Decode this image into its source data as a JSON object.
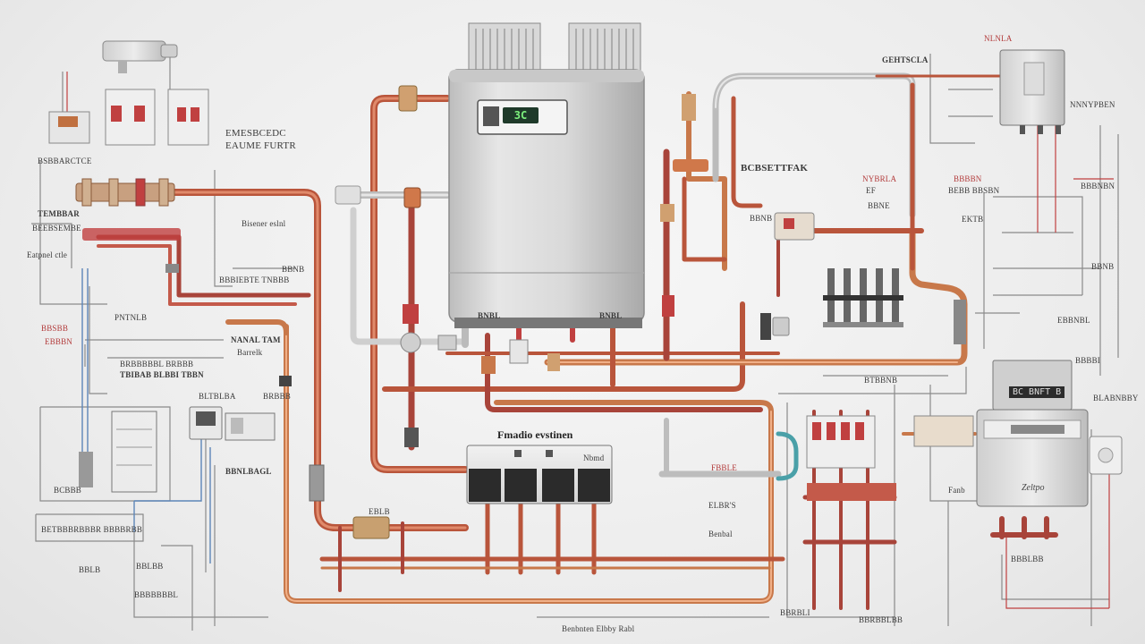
{
  "diagram": {
    "boiler": {
      "display": "3C",
      "badge_left": "BNBL",
      "badge_right": "BNBL"
    },
    "controller": {
      "title": "Fmadio evstinen",
      "badge": "Nbmd"
    },
    "meter_panel": {
      "display": "BC BNFT B",
      "brand": "Zeltpo"
    },
    "labels": {
      "top_center_right": "GEHTSCLA",
      "top_right": "NLNLA",
      "top_right_2": "NNNYPBEN",
      "left_title_1": "EMESBCEDC",
      "left_title_2": "EAUME FURTR",
      "left_1": "BSBBARCTCE",
      "left_2": "TEMBBAR",
      "left_3": "BEEBSEMBE",
      "left_4": "Eatpnel ctle",
      "mid_left_1": "Bisener eslnl",
      "mid_left_2": "BBNB",
      "mid_left_3": "BBBIEBTE TNBBB",
      "mid_left_4": "PNTNLB",
      "mid_left_5": "NANAL TAM",
      "mid_left_6": "Barrelk",
      "mid_left_7": "BBSBB",
      "mid_left_8": "BRBBBBBL BRBBB",
      "mid_left_9": "TBIBAB BLBBI TBBN",
      "mid_left_10": "BLTBLBA",
      "mid_left_11": "BRBBB",
      "mid_left_12": "EBBBN",
      "mid_left_13": "BBNLBAGL",
      "bottom_left_1": "BETBBBRBBBR BBBBRBB",
      "bottom_left_2": "BCBBB",
      "bottom_left_3": "BBLB",
      "bottom_left_4": "BBLBB",
      "bottom_left_5": "BBBBBBBL",
      "center_right": "BCBSETTFAK",
      "mid_right_1": "NYBRLA",
      "mid_right_2": "EF",
      "mid_right_3": "BBNE",
      "mid_right_4": "BBNB",
      "mid_right_5": "BEBB BBSBN",
      "mid_right_6": "BBBBN",
      "mid_right_7": "EKTB",
      "mid_right_8": "BTBBNB",
      "mid_right_9": "FBBLE",
      "mid_right_10": "ELBR'S",
      "mid_right_11": "Benbal",
      "mid_right_12": "EBLB",
      "right_1": "BBBNBN",
      "right_2": "BBNB",
      "right_3": "EBBNBL",
      "right_4": "BBBBI",
      "right_5": "BLABNBBY",
      "right_6": "Fanb",
      "right_7": "BBBLBB",
      "bottom_1": "Benbnten Elbby Rabl",
      "bottom_2": "BBRBLI",
      "bottom_3": "BBRBBLBB"
    }
  }
}
